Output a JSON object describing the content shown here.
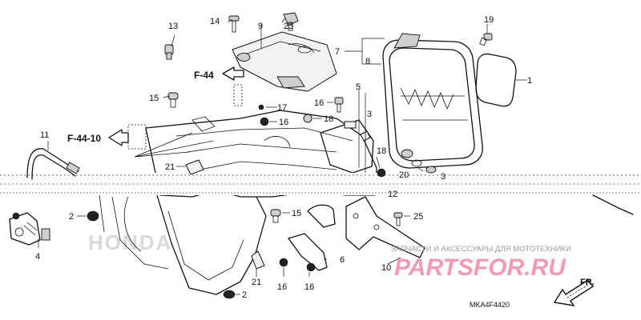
{
  "diagram": {
    "code": "MKA4F4420",
    "references": [
      "F-44",
      "F-44-10"
    ],
    "direction_label": "FR.",
    "callouts": {
      "c1": "1",
      "c2a": "2",
      "c2b": "2",
      "c3a": "3",
      "c3b": "3",
      "c4": "4",
      "c5": "5",
      "c6": "6",
      "c7": "7",
      "c8": "8",
      "c9": "9",
      "c10": "10",
      "c11": "11",
      "c12": "12",
      "c13": "13",
      "c14": "14",
      "c15a": "15",
      "c15b": "15",
      "c16a": "16",
      "c16b": "16",
      "c16c": "16",
      "c16d": "16",
      "c17": "17",
      "c18a": "18",
      "c18b": "18",
      "c19": "19",
      "c20": "20",
      "c21a": "21",
      "c21b": "21",
      "c23": "23",
      "c25": "25"
    }
  },
  "watermark": {
    "tagline": "ЗАПЧАСТИ И АКСЕССУАРЫ ДЛЯ МОТОТЕХНИКИ",
    "brand": "PARTSFOR.RU",
    "maker": "HONDA"
  }
}
